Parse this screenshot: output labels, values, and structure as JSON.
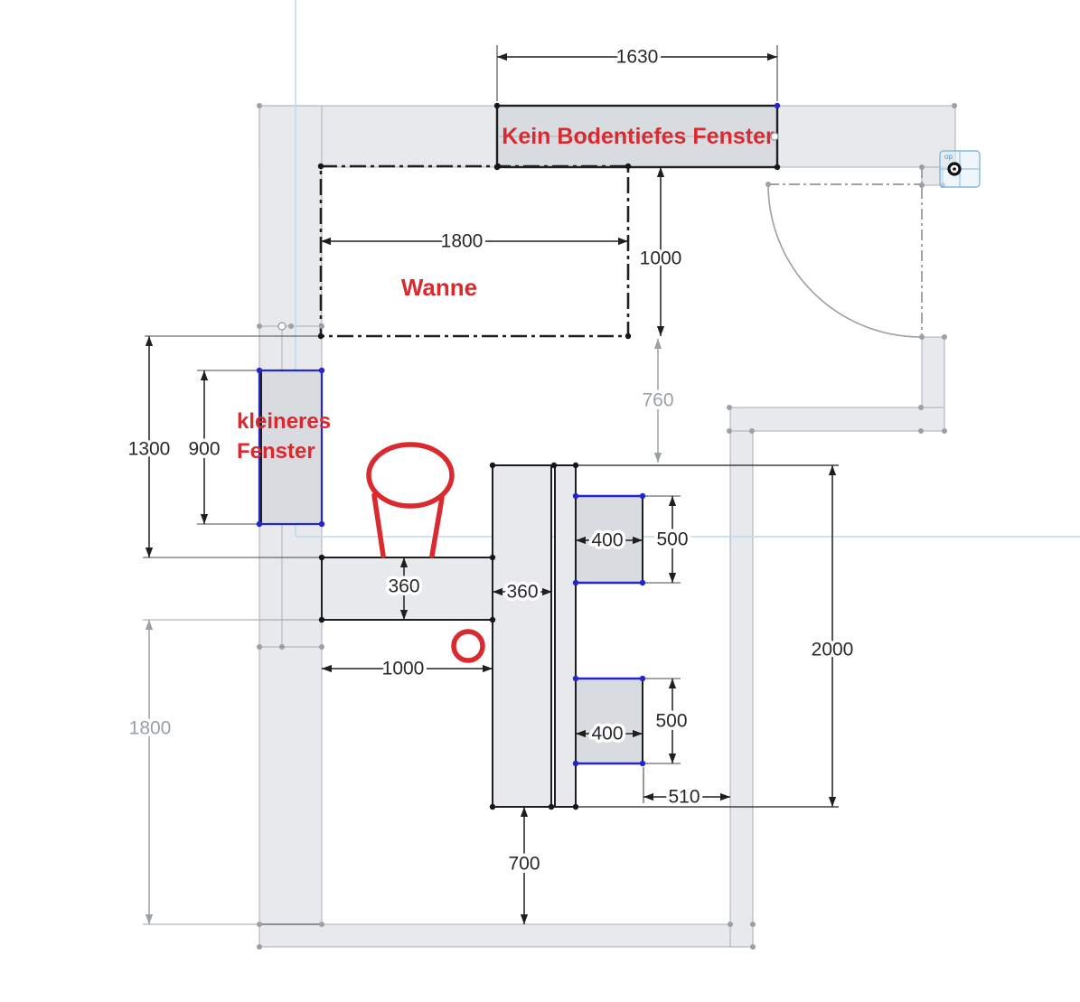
{
  "drawing": {
    "labels": {
      "top_window": "Kein Bodentiefes Fenster",
      "bathtub": "Wanne",
      "left_window_line1": "kleineres",
      "left_window_line2": "Fenster"
    },
    "dimensions": {
      "top_window_width": "1630",
      "bathtub_width": "1800",
      "bathtub_depth": "1000",
      "tub_to_zone_gap": "760",
      "wall_to_counter": "1300",
      "left_window_height": "900",
      "counter_to_bottom_wall": "1800",
      "counter_width": "1000",
      "counter_depth": "360",
      "column_width": "360",
      "upper_fixture_width": "400",
      "upper_fixture_height": "500",
      "lower_fixture_width": "400",
      "lower_fixture_height": "500",
      "fixture_to_wall": "510",
      "zone_height": "2000",
      "column_to_wall": "700"
    },
    "view_widget": {
      "label": "op"
    },
    "colors": {
      "annotation_red": "#d92a30",
      "sketch_blue": "#2525cd",
      "wall_fill": "#e7e9ec",
      "window_fill": "#d8dbe0",
      "dim_gray": "#9aa0a6",
      "construction_blue": "#bcdcee"
    }
  }
}
